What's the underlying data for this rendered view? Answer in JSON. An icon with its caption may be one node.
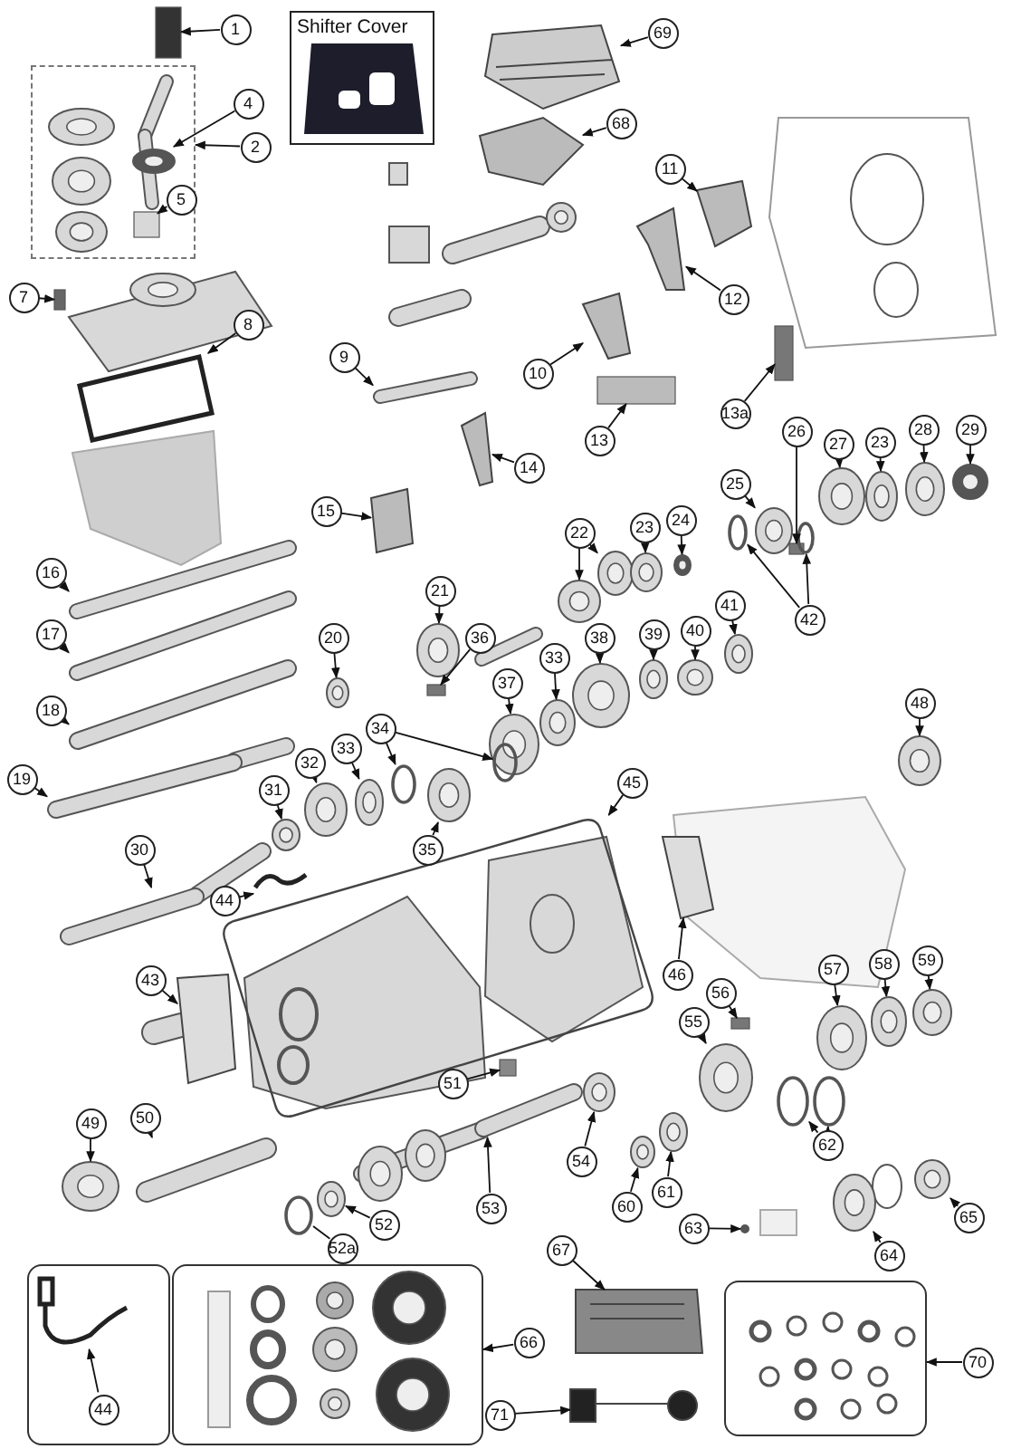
{
  "diagram": {
    "nodes": [
      {
        "text": [
          "Shifter Cover"
        ]
      },
      {
        "text": [],
        "shape": "box"
      },
      {
        "text": [
          "1"
        ]
      },
      {
        "text": [
          "69"
        ]
      },
      {
        "text": [
          "4"
        ]
      },
      {
        "text": [
          "2"
        ]
      },
      {
        "text": [
          "5"
        ],
        "in": 1
      },
      {
        "text": [
          "68"
        ]
      },
      {
        "text": [
          "11"
        ]
      },
      {
        "text": [
          "7"
        ]
      },
      {
        "text": [
          "12"
        ]
      },
      {
        "text": [
          "8"
        ]
      },
      {
        "text": [
          "9"
        ]
      },
      {
        "text": [
          "10"
        ]
      },
      {
        "text": [
          "13a"
        ]
      },
      {
        "text": [
          "13"
        ]
      },
      {
        "text": [
          "26"
        ]
      },
      {
        "text": [
          "27"
        ]
      },
      {
        "text": [
          "23"
        ]
      },
      {
        "text": [
          "28"
        ]
      },
      {
        "text": [
          "29"
        ]
      },
      {
        "text": [
          "14"
        ]
      },
      {
        "text": [
          "25"
        ]
      },
      {
        "text": [
          "15"
        ]
      },
      {
        "text": [
          "22"
        ]
      },
      {
        "text": [
          "23"
        ]
      },
      {
        "text": [
          "24"
        ]
      },
      {
        "text": [
          "16"
        ]
      },
      {
        "text": [
          "21"
        ]
      },
      {
        "text": [
          "41"
        ]
      },
      {
        "text": [
          "42"
        ]
      },
      {
        "text": [
          "17"
        ]
      },
      {
        "text": [
          "20"
        ]
      },
      {
        "text": [
          "40"
        ]
      },
      {
        "text": [
          "39"
        ]
      },
      {
        "text": [
          "38"
        ]
      },
      {
        "text": [
          "37"
        ]
      },
      {
        "text": [
          "33"
        ]
      },
      {
        "text": [
          "36"
        ]
      },
      {
        "text": [
          "18"
        ]
      },
      {
        "text": [
          "34"
        ]
      },
      {
        "text": [
          "48"
        ]
      },
      {
        "text": [
          "32"
        ]
      },
      {
        "text": [
          "33"
        ]
      },
      {
        "text": [
          "19"
        ]
      },
      {
        "text": [
          "31"
        ]
      },
      {
        "text": [
          "45"
        ]
      },
      {
        "text": [
          "30"
        ]
      },
      {
        "text": [
          "35"
        ]
      },
      {
        "text": [
          "44"
        ]
      },
      {
        "text": [],
        "shape": "box"
      },
      {
        "text": [
          "46"
        ]
      },
      {
        "text": [
          "43"
        ]
      },
      {
        "text": [
          "56"
        ]
      },
      {
        "text": [
          "57"
        ]
      },
      {
        "text": [
          "58"
        ]
      },
      {
        "text": [
          "59"
        ]
      },
      {
        "text": [
          "55"
        ]
      },
      {
        "text": [
          "51"
        ]
      },
      {
        "text": [
          "49"
        ]
      },
      {
        "text": [
          "50"
        ]
      },
      {
        "text": [
          "54"
        ]
      },
      {
        "text": [
          "62"
        ]
      },
      {
        "text": [
          "53"
        ]
      },
      {
        "text": [
          "60"
        ]
      },
      {
        "text": [
          "61"
        ]
      },
      {
        "text": [
          "65"
        ]
      },
      {
        "text": [
          "52"
        ]
      },
      {
        "text": [
          "63"
        ]
      },
      {
        "text": [
          "52a"
        ]
      },
      {
        "text": [
          "64"
        ]
      },
      {
        "text": [
          "67"
        ]
      },
      {
        "text": [],
        "shape": "box"
      },
      {
        "text": [
          "44"
        ],
        "in": 72
      },
      {
        "text": [],
        "shape": "box"
      },
      {
        "text": [
          "66"
        ]
      },
      {
        "text": [],
        "shape": "box"
      },
      {
        "text": [
          "70"
        ]
      },
      {
        "text": [
          "71"
        ]
      },
      {
        "text": [],
        "shape": "picture"
      },
      {
        "text": [],
        "shape": "box"
      },
      {
        "text": [],
        "shape": "box"
      },
      {
        "text": [],
        "shape": "picture"
      },
      {
        "text": [],
        "shape": "circle",
        "in": 1
      },
      {
        "text": [],
        "shape": "box",
        "in": 1
      },
      {
        "text": [],
        "shape": "picture"
      },
      {
        "text": [],
        "shape": "picture"
      },
      {
        "text": [],
        "shape": "box"
      },
      {
        "text": [],
        "shape": "picture"
      },
      {
        "text": [],
        "shape": "picture"
      },
      {
        "text": [],
        "shape": "bar"
      },
      {
        "text": [],
        "shape": "picture"
      },
      {
        "text": [],
        "shape": "box"
      },
      {
        "text": [],
        "shape": "box"
      },
      {
        "text": [],
        "shape": "box"
      },
      {
        "text": [],
        "shape": "circle"
      },
      {
        "text": [],
        "shape": "circle"
      },
      {
        "text": [],
        "shape": "circle"
      },
      {
        "text": [],
        "shape": "circle"
      },
      {
        "text": [],
        "shape": "picture"
      },
      {
        "text": [],
        "shape": "circle"
      },
      {
        "text": [],
        "shape": "picture"
      },
      {
        "text": [],
        "shape": "circle"
      },
      {
        "text": [],
        "shape": "circle"
      },
      {
        "text": [],
        "shape": "circle"
      },
      {
        "text": [],
        "shape": "circle"
      },
      {
        "text": [],
        "shape": "bar"
      },
      {
        "text": [],
        "shape": "circle"
      },
      {
        "text": [],
        "shape": "circle"
      },
      {
        "text": [],
        "shape": "circle"
      },
      {
        "text": [],
        "shape": "circle"
      },
      {
        "text": [],
        "shape": "bar"
      },
      {
        "text": [],
        "shape": "circle"
      },
      {
        "text": [],
        "shape": "circle"
      },
      {
        "text": [],
        "shape": "circle"
      },
      {
        "text": [],
        "shape": "circle"
      },
      {
        "text": [],
        "shape": "circle"
      },
      {
        "text": [],
        "shape": "circle"
      },
      {
        "text": [],
        "shape": "box"
      },
      {
        "text": [],
        "shape": "bar"
      },
      {
        "text": [],
        "shape": "circle"
      },
      {
        "text": [],
        "shape": "circle"
      },
      {
        "text": [],
        "shape": "circle"
      },
      {
        "text": [],
        "shape": "circle"
      },
      {
        "text": [],
        "shape": "circle"
      },
      {
        "text": [],
        "shape": "bar"
      },
      {
        "text": [],
        "shape": "circle"
      },
      {
        "text": [],
        "shape": "bar"
      },
      {
        "text": [],
        "shape": "circle"
      },
      {
        "text": [],
        "shape": "picture"
      },
      {
        "text": [],
        "shape": "picture"
      },
      {
        "text": [],
        "shape": "box"
      },
      {
        "text": [],
        "shape": "circle"
      },
      {
        "text": [],
        "shape": "circle"
      },
      {
        "text": [],
        "shape": "circle"
      },
      {
        "text": [],
        "shape": "circle"
      },
      {
        "text": [],
        "shape": "circle"
      },
      {
        "text": [],
        "shape": "bar"
      },
      {
        "text": [],
        "shape": "circle"
      },
      {
        "text": [],
        "shape": "circle"
      },
      {
        "text": [],
        "shape": "circle"
      },
      {
        "text": [],
        "shape": "bar"
      },
      {
        "text": [],
        "shape": "circle"
      },
      {
        "text": [],
        "shape": "circle"
      },
      {
        "text": [],
        "shape": "circle"
      },
      {
        "text": [],
        "shape": "circle"
      },
      {
        "text": [],
        "shape": "circle"
      },
      {
        "text": [],
        "shape": "circle"
      },
      {
        "text": [],
        "shape": "circle"
      },
      {
        "text": [],
        "shape": "picture"
      },
      {
        "text": [],
        "shape": "picture",
        "in": 72
      },
      {
        "text": [],
        "shape": "picture"
      }
    ],
    "edges": [
      {
        "from": 2,
        "to": 81,
        "arrow": "to"
      },
      {
        "from": 3,
        "to": 82,
        "arrow": "to"
      },
      {
        "from": 4,
        "to": 83,
        "arrow": "to"
      },
      {
        "from": 5,
        "to": 1,
        "arrow": "to"
      },
      {
        "from": 6,
        "to": 84,
        "arrow": "to"
      },
      {
        "from": 7,
        "to": 85,
        "arrow": "to"
      },
      {
        "from": 8,
        "to": 86,
        "arrow": "to"
      },
      {
        "from": 9,
        "to": 87,
        "arrow": "to"
      },
      {
        "from": 10,
        "to": 88,
        "arrow": "to"
      },
      {
        "from": 11,
        "to": 89,
        "arrow": "to"
      },
      {
        "from": 12,
        "to": 90,
        "arrow": "to"
      },
      {
        "from": 13,
        "to": 91,
        "arrow": "to"
      },
      {
        "from": 14,
        "to": 92,
        "arrow": "to"
      },
      {
        "from": 15,
        "to": 93,
        "arrow": "to"
      },
      {
        "from": 16,
        "to": 94,
        "arrow": "to"
      },
      {
        "from": 17,
        "to": 95,
        "arrow": "to"
      },
      {
        "from": 18,
        "to": 96,
        "arrow": "to"
      },
      {
        "from": 19,
        "to": 97,
        "arrow": "to"
      },
      {
        "from": 20,
        "to": 98,
        "arrow": "to"
      },
      {
        "from": 21,
        "to": 99,
        "arrow": "to"
      },
      {
        "from": 22,
        "to": 100,
        "arrow": "to"
      },
      {
        "from": 23,
        "to": 101,
        "arrow": "to"
      },
      {
        "from": 24,
        "to": 102,
        "arrow": "to"
      },
      {
        "from": 24,
        "to": 103,
        "arrow": "to"
      },
      {
        "from": 25,
        "to": 104,
        "arrow": "to"
      },
      {
        "from": 26,
        "to": 105,
        "arrow": "to"
      },
      {
        "from": 27,
        "to": 106,
        "arrow": "to"
      },
      {
        "from": 28,
        "to": 107,
        "arrow": "to"
      },
      {
        "from": 29,
        "to": 108,
        "arrow": "to"
      },
      {
        "from": 30,
        "to": 109,
        "arrow": "to"
      },
      {
        "from": 30,
        "to": 110,
        "arrow": "to"
      },
      {
        "from": 31,
        "to": 111,
        "arrow": "to"
      },
      {
        "from": 32,
        "to": 112,
        "arrow": "to"
      },
      {
        "from": 33,
        "to": 113,
        "arrow": "to"
      },
      {
        "from": 34,
        "to": 114,
        "arrow": "to"
      },
      {
        "from": 35,
        "to": 115,
        "arrow": "to"
      },
      {
        "from": 36,
        "to": 116,
        "arrow": "to"
      },
      {
        "from": 37,
        "to": 117,
        "arrow": "to"
      },
      {
        "from": 38,
        "to": 118,
        "arrow": "to"
      },
      {
        "from": 39,
        "to": 119,
        "arrow": "to"
      },
      {
        "from": 40,
        "to": 120,
        "arrow": "to"
      },
      {
        "from": 40,
        "to": 121,
        "arrow": "to"
      },
      {
        "from": 41,
        "to": 122,
        "arrow": "to"
      },
      {
        "from": 42,
        "to": 123,
        "arrow": "to"
      },
      {
        "from": 43,
        "to": 124,
        "arrow": "to"
      },
      {
        "from": 44,
        "to": 125,
        "arrow": "to"
      },
      {
        "from": 45,
        "to": 126,
        "arrow": "to"
      },
      {
        "from": 46,
        "to": 50,
        "arrow": "to"
      },
      {
        "from": 47,
        "to": 127,
        "arrow": "to"
      },
      {
        "from": 48,
        "to": 128,
        "arrow": "to"
      },
      {
        "from": 49,
        "to": 79,
        "arrow": "to"
      },
      {
        "from": 51,
        "to": 129,
        "arrow": "to"
      },
      {
        "from": 52,
        "to": 130,
        "arrow": "to"
      },
      {
        "from": 53,
        "to": 131,
        "arrow": "to"
      },
      {
        "from": 54,
        "to": 132,
        "arrow": "to"
      },
      {
        "from": 55,
        "to": 133,
        "arrow": "to"
      },
      {
        "from": 56,
        "to": 134,
        "arrow": "to"
      },
      {
        "from": 57,
        "to": 135,
        "arrow": "to"
      },
      {
        "from": 58,
        "to": 80,
        "arrow": "to"
      },
      {
        "from": 59,
        "to": 136,
        "arrow": "to"
      },
      {
        "from": 60,
        "to": 137,
        "arrow": "to"
      },
      {
        "from": 61,
        "to": 138,
        "arrow": "to"
      },
      {
        "from": 62,
        "to": 139,
        "arrow": "to"
      },
      {
        "from": 62,
        "to": 140,
        "arrow": "to"
      },
      {
        "from": 63,
        "to": 141,
        "arrow": "to"
      },
      {
        "from": 64,
        "to": 142,
        "arrow": "to"
      },
      {
        "from": 65,
        "to": 143,
        "arrow": "to"
      },
      {
        "from": 66,
        "to": 144,
        "arrow": "to"
      },
      {
        "from": 67,
        "to": 145,
        "arrow": "to"
      },
      {
        "from": 68,
        "to": 146,
        "arrow": "to"
      },
      {
        "from": 69,
        "to": 147,
        "arrow": "none"
      },
      {
        "from": 70,
        "to": 148,
        "arrow": "to"
      },
      {
        "from": 71,
        "to": 149,
        "arrow": "to"
      },
      {
        "from": 73,
        "to": 150,
        "arrow": "to"
      },
      {
        "from": 75,
        "to": 74,
        "arrow": "to"
      },
      {
        "from": 77,
        "to": 76,
        "arrow": "to"
      },
      {
        "from": 78,
        "to": 151,
        "arrow": "to"
      }
    ]
  }
}
